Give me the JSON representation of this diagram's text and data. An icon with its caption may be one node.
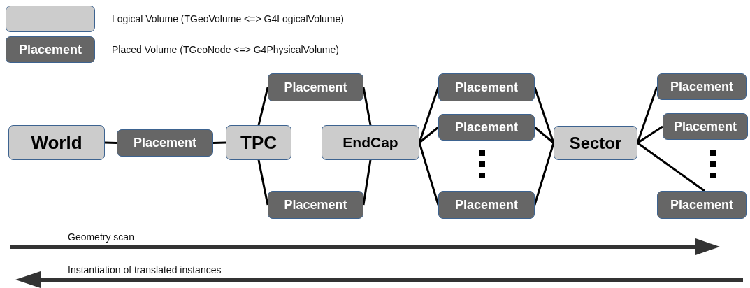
{
  "diagram": {
    "nodes": [
      {
        "text": [
          "World"
        ]
      },
      {
        "text": [
          "Placement"
        ]
      },
      {
        "text": [
          "TPC"
        ]
      },
      {
        "text": [
          "Placement"
        ]
      },
      {
        "text": [
          "Placement"
        ]
      },
      {
        "text": [
          "EndCap"
        ]
      },
      {
        "text": [
          "Placement"
        ]
      },
      {
        "text": [
          "Placement"
        ]
      },
      {
        "text": [
          "Placement"
        ]
      },
      {
        "text": [
          "Sector"
        ]
      },
      {
        "text": [
          "Placement"
        ]
      },
      {
        "text": [
          "Placement"
        ]
      },
      {
        "text": [
          "Placement"
        ]
      }
    ],
    "edges": [
      {
        "from": 0,
        "to": 1,
        "arrow": "none"
      },
      {
        "from": 1,
        "to": 2,
        "arrow": "none"
      },
      {
        "from": 2,
        "to": 3,
        "arrow": "none"
      },
      {
        "from": 2,
        "to": 4,
        "arrow": "none"
      },
      {
        "from": 3,
        "to": 5,
        "arrow": "none"
      },
      {
        "from": 4,
        "to": 5,
        "arrow": "none"
      },
      {
        "from": 5,
        "to": 6,
        "arrow": "none"
      },
      {
        "from": 5,
        "to": 7,
        "arrow": "none"
      },
      {
        "from": 5,
        "to": 8,
        "arrow": "none"
      },
      {
        "from": 6,
        "to": 9,
        "arrow": "none"
      },
      {
        "from": 7,
        "to": 9,
        "arrow": "none"
      },
      {
        "from": 8,
        "to": 9,
        "arrow": "none"
      },
      {
        "from": 9,
        "to": 10,
        "arrow": "none"
      },
      {
        "from": 9,
        "to": 11,
        "arrow": "none"
      },
      {
        "from": 9,
        "to": 12,
        "arrow": "none"
      }
    ],
    "labels": [
      "Placement",
      "Geometry scan",
      "Instantiation of translated instances"
    ],
    "legend": [
      {
        "text": "Logical Volume (TGeoVolume <=> G4LogicalVolume)",
        "color": "#cccccc"
      },
      {
        "text": "Placed Volume (TGeoNode <=> G4PhysicalVolume)",
        "color": "#666666"
      }
    ]
  }
}
